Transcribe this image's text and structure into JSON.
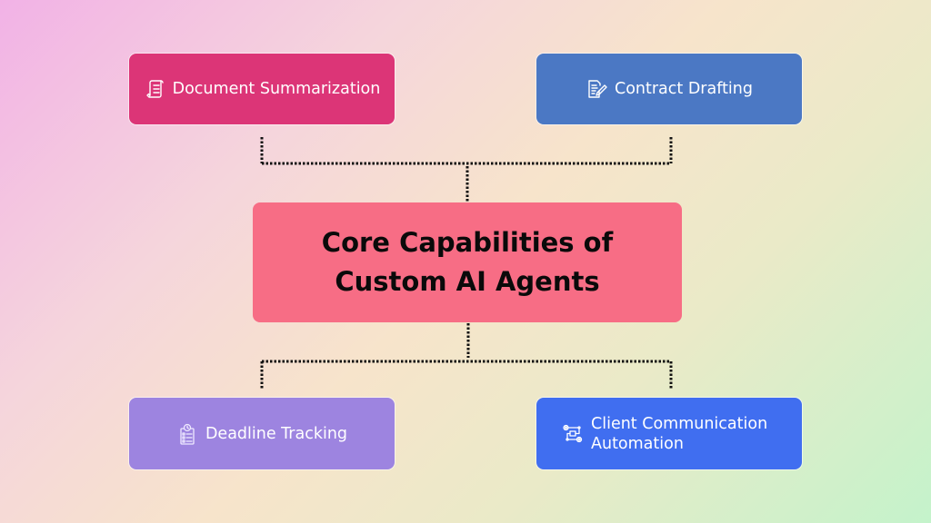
{
  "diagram": {
    "center": {
      "title": "Core Capabilities of Custom AI Agents",
      "color": "#f76d85"
    },
    "nodes": [
      {
        "id": "document-summarization",
        "label": "Document Summarization",
        "icon": "document-scroll-icon",
        "color": "#dc3577"
      },
      {
        "id": "contract-drafting",
        "label": "Contract Drafting",
        "icon": "document-pen-icon",
        "color": "#4b78c4"
      },
      {
        "id": "deadline-tracking",
        "label": "Deadline Tracking",
        "icon": "clipboard-clock-icon",
        "color": "#9d84e0"
      },
      {
        "id": "client-communication-automation",
        "label": "Client Communication Automation",
        "icon": "workflow-gears-icon",
        "color": "#406ef0"
      }
    ],
    "connector_style": "dotted",
    "background_gradient": [
      "#f2b2e6",
      "#f7e4cb",
      "#c4f3cb"
    ]
  }
}
